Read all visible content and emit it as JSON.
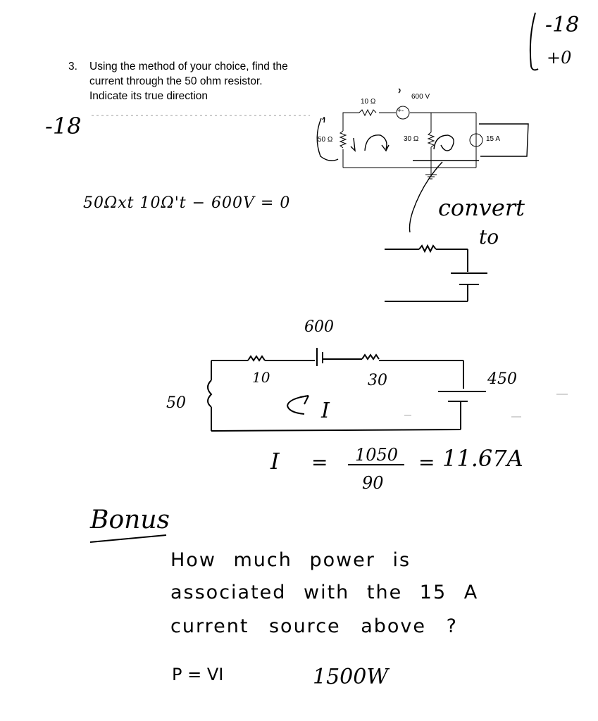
{
  "grade": {
    "top": "-18",
    "bottom": "+0"
  },
  "question": {
    "number": "3.",
    "line1": "Using the method of your choice, find the",
    "line2": "current through the 50 ohm resistor.",
    "line3": "Indicate its true direction"
  },
  "margin_score": "-18",
  "circuit1": {
    "r10": "10 Ω",
    "v600": "600 V",
    "r50": "50 Ω",
    "r30": "30 Ω",
    "i15": "15 A"
  },
  "equation": "50Ωxt  10Ω't  − 600V  =  0",
  "convert": {
    "line1": "convert",
    "line2": "to"
  },
  "circuit2": {
    "v600": "600",
    "r10": "10",
    "r30": "30",
    "v450": "450",
    "r50": "50",
    "current": "I"
  },
  "result": {
    "lhs": "I",
    "eq1": "=",
    "numerator": "1050",
    "denominator": "90",
    "eq2": "=",
    "value": "11.67A"
  },
  "bonus": {
    "title": "Bonus",
    "line1": "How much power is",
    "line2": "associated with the 15 A",
    "line3": "current source above ?",
    "formula": "P = VI",
    "answer": "1500W"
  }
}
